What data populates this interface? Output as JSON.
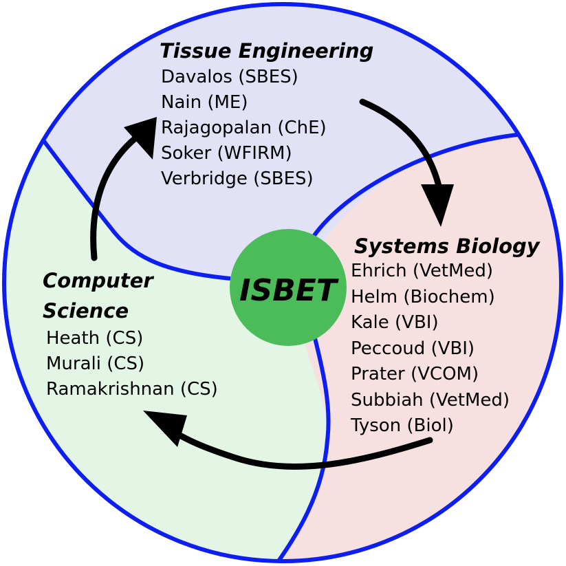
{
  "center": {
    "label": "ISBET"
  },
  "colors": {
    "outline": "#0d1ef0",
    "tissue_fill": "#e2e2f6",
    "systems_fill": "#f6e0e0",
    "cs_fill": "#e3f6e6",
    "center_fill": "#4cbc5a",
    "arrow": "#000000"
  },
  "sections": {
    "tissue": {
      "title": "Tissue Engineering",
      "members": [
        "Davalos (SBES)",
        "Nain (ME)",
        "Rajagopalan (ChE)",
        "Soker (WFIRM)",
        "Verbridge (SBES)"
      ]
    },
    "systems": {
      "title": "Systems Biology",
      "members": [
        "Ehrich (VetMed)",
        "Helm (Biochem)",
        "Kale (VBI)",
        "Peccoud (VBI)",
        "Prater (VCOM)",
        "Subbiah (VetMed)",
        "Tyson (Biol)"
      ]
    },
    "cs": {
      "title_line1": "Computer",
      "title_line2": "Science",
      "members": [
        "Heath (CS)",
        "Murali (CS)",
        "Ramakrishnan (CS)"
      ]
    }
  }
}
